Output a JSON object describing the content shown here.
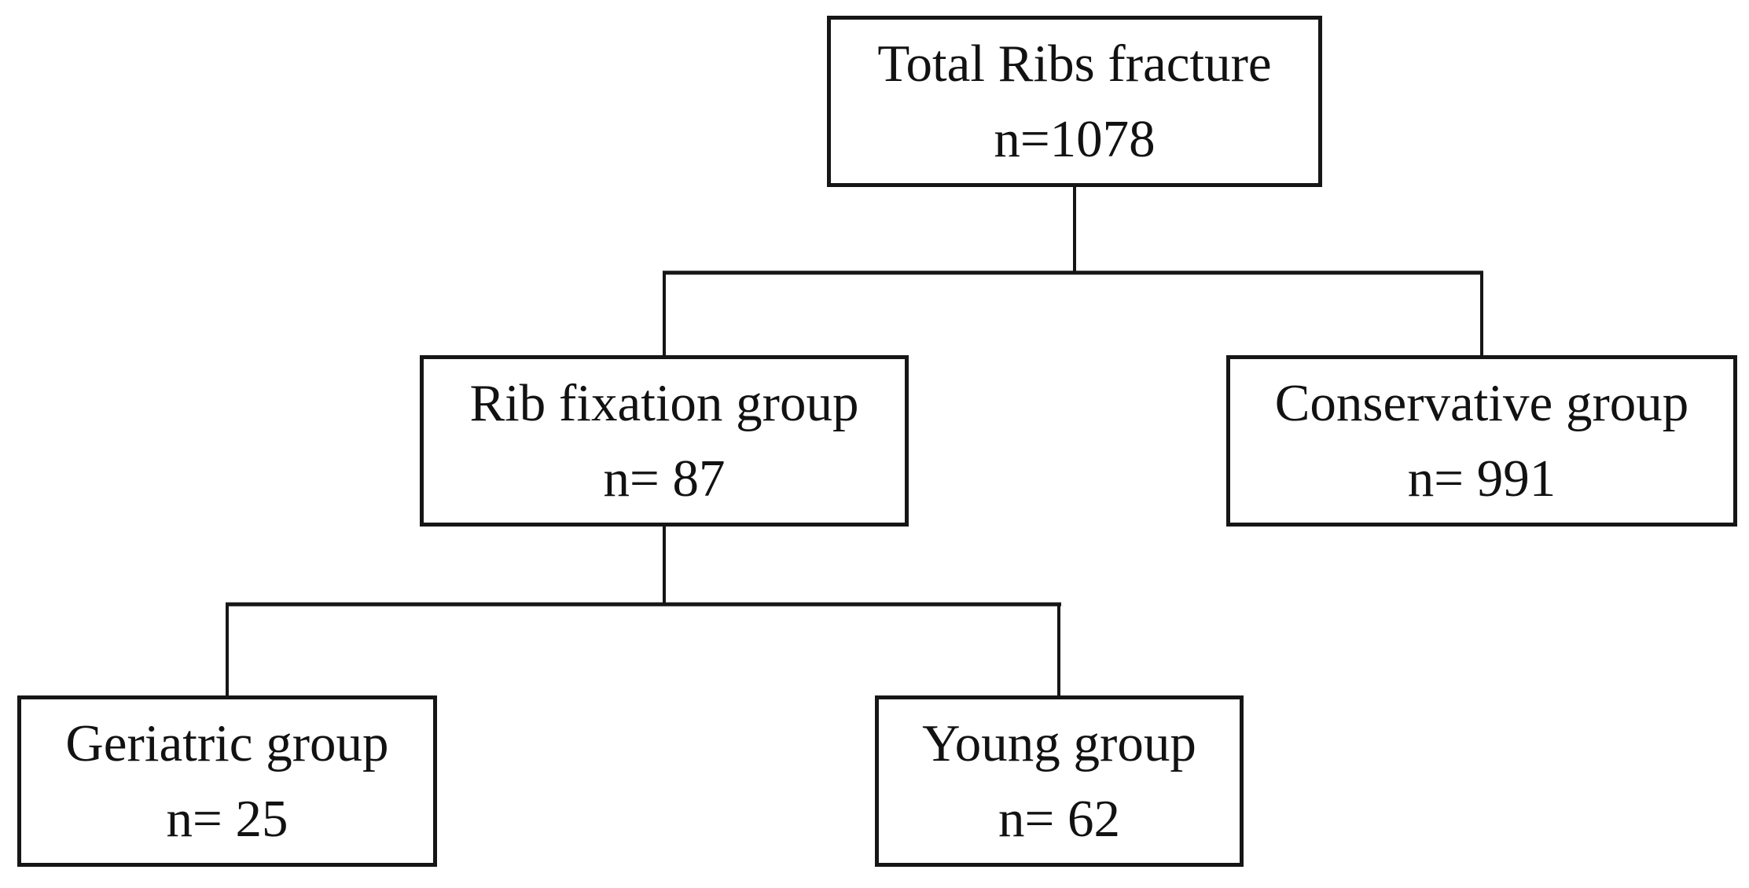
{
  "diagram": {
    "type": "flowchart",
    "background_color": "#ffffff",
    "line_color": "#161616",
    "box_border_color": "#161616",
    "box_fill_color": "#ffffff",
    "text_color": "#121212",
    "nodes": {
      "total": {
        "label": "Total Ribs fracture",
        "count": "n=1078"
      },
      "fixation": {
        "label": "Rib fixation group",
        "count": "n= 87"
      },
      "conservative": {
        "label": "Conservative group",
        "count": "n= 991"
      },
      "geriatric": {
        "label": "Geriatric group",
        "count": "n= 25"
      },
      "young": {
        "label": "Young group",
        "count": "n= 62"
      }
    },
    "edges": [
      {
        "from": "total",
        "to": "fixation"
      },
      {
        "from": "total",
        "to": "conservative"
      },
      {
        "from": "fixation",
        "to": "geriatric"
      },
      {
        "from": "fixation",
        "to": "young"
      }
    ]
  }
}
